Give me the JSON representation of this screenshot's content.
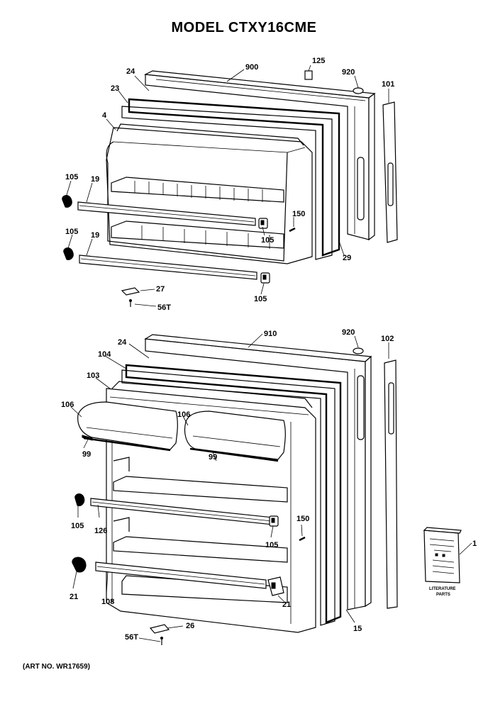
{
  "title": "MODEL CTXY16CME",
  "art_number": "(ART NO. WR17659)",
  "literature_label": [
    "LITERATURE",
    "PARTS"
  ],
  "freezer_door_callouts": {
    "p24": "24",
    "p900": "900",
    "p125": "125",
    "p920": "920",
    "p101": "101",
    "p23": "23",
    "p4": "4",
    "p105a": "105",
    "p19a": "19",
    "p105b": "105",
    "p19b": "19",
    "p150": "150",
    "p105c": "105",
    "p29": "29",
    "p105d": "105",
    "p27": "27",
    "p56t": "56T"
  },
  "fresh_food_door_callouts": {
    "p910": "910",
    "p920": "920",
    "p102": "102",
    "p24": "24",
    "p104": "104",
    "p103": "103",
    "p106a": "106",
    "p106b": "106",
    "p99a": "99",
    "p99b": "99",
    "p105a": "105",
    "p126": "126",
    "p150": "150",
    "p105b": "105",
    "p21a": "21",
    "p108": "108",
    "p21b": "21",
    "p15": "15",
    "p56t": "56T",
    "p26": "26",
    "p1": "1"
  }
}
